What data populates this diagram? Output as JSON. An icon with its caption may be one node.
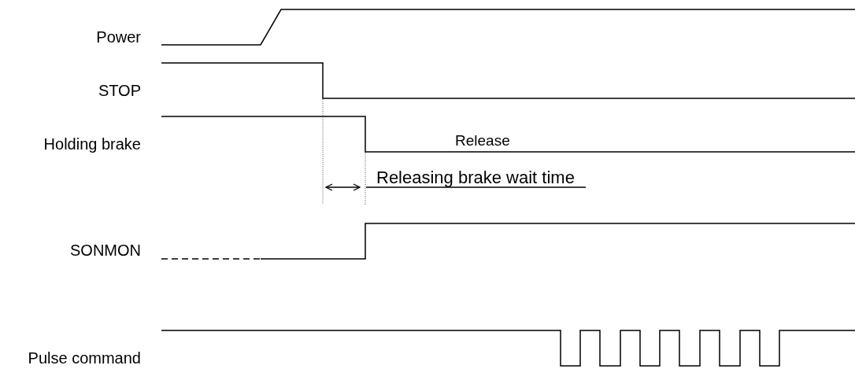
{
  "diagram": {
    "labels": [
      "Power",
      "STOP",
      "Holding brake",
      "Release",
      "Releasing brake wait time",
      "SONMON",
      "Pulse command"
    ]
  }
}
